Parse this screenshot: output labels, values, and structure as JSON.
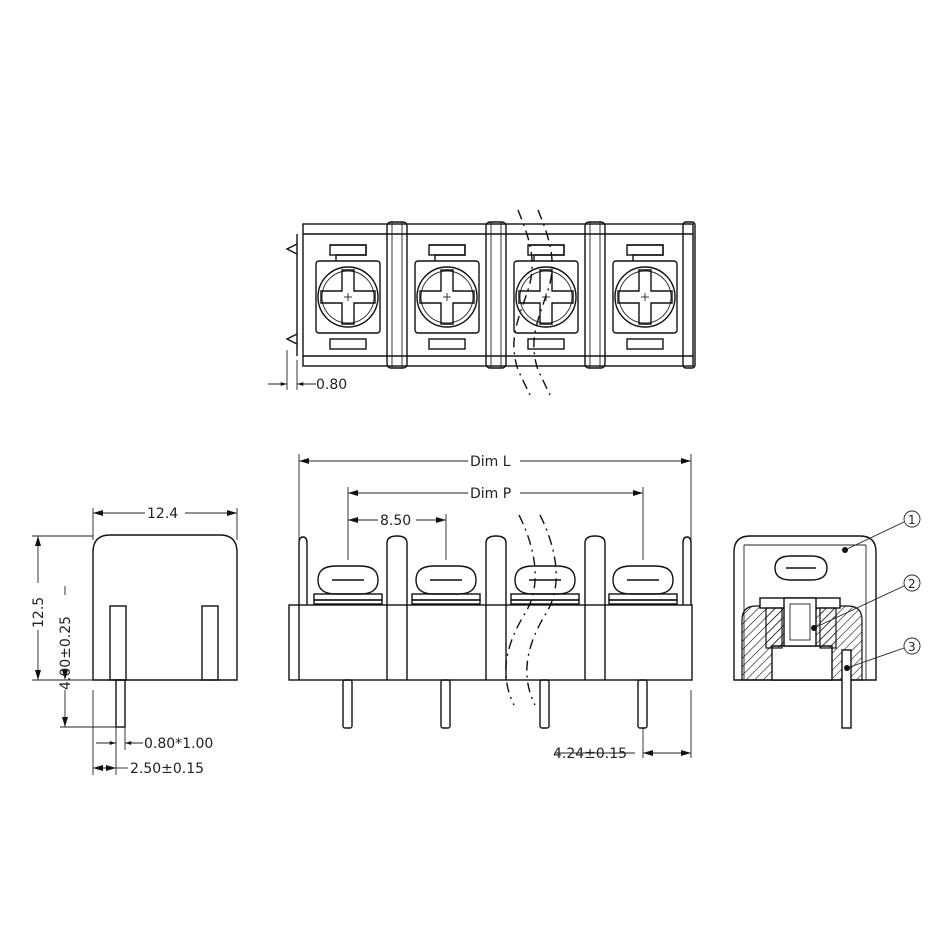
{
  "dimensions": {
    "top_pitch_offset": "0.80",
    "dim_l": "Dim  L",
    "dim_p": "Dim  P",
    "pitch": "8.50",
    "width": "12.4",
    "height": "12.5",
    "pin_length": "4.00±0.25",
    "pin_section": "0.80*1.00",
    "pin_offset": "2.50±0.15",
    "end_offset": "4.24±0.15"
  },
  "callouts": [
    "1",
    "2",
    "3"
  ],
  "colors": {
    "line": "#111111",
    "background": "#ffffff"
  }
}
